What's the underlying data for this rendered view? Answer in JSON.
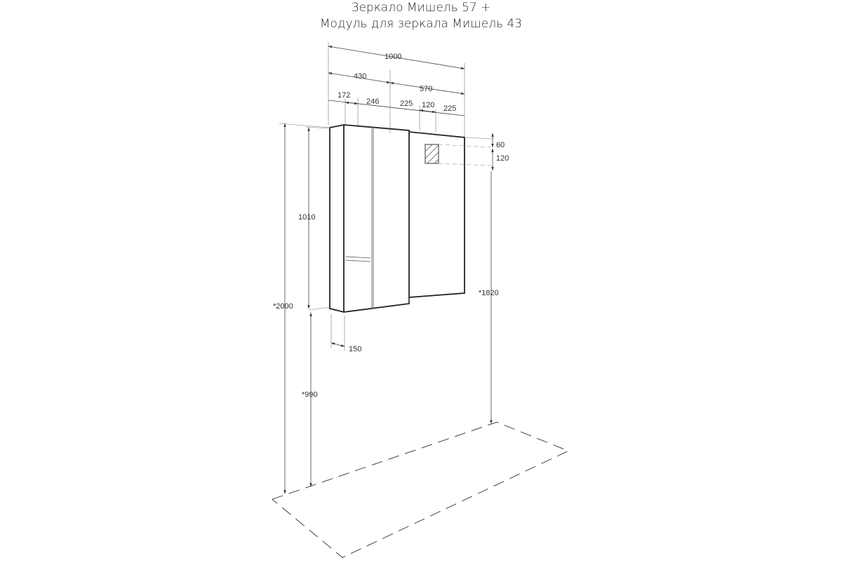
{
  "title": {
    "line1": "Зеркало Мишель 57 +",
    "line2": "Модуль для зеркала Мишель 43"
  },
  "dimensions": {
    "total_width": "1000",
    "module_width": "430",
    "mirror_width": "570",
    "seg_172": "172",
    "seg_246": "246",
    "seg_225_left": "225",
    "seg_120_horiz": "120",
    "seg_225_right": "225",
    "top_offset": "60",
    "switch_height": "120",
    "module_height": "1010",
    "install_height_total": "*2000",
    "install_height_bottom": "*990",
    "install_height_mirror": "*1820",
    "depth": "150"
  }
}
